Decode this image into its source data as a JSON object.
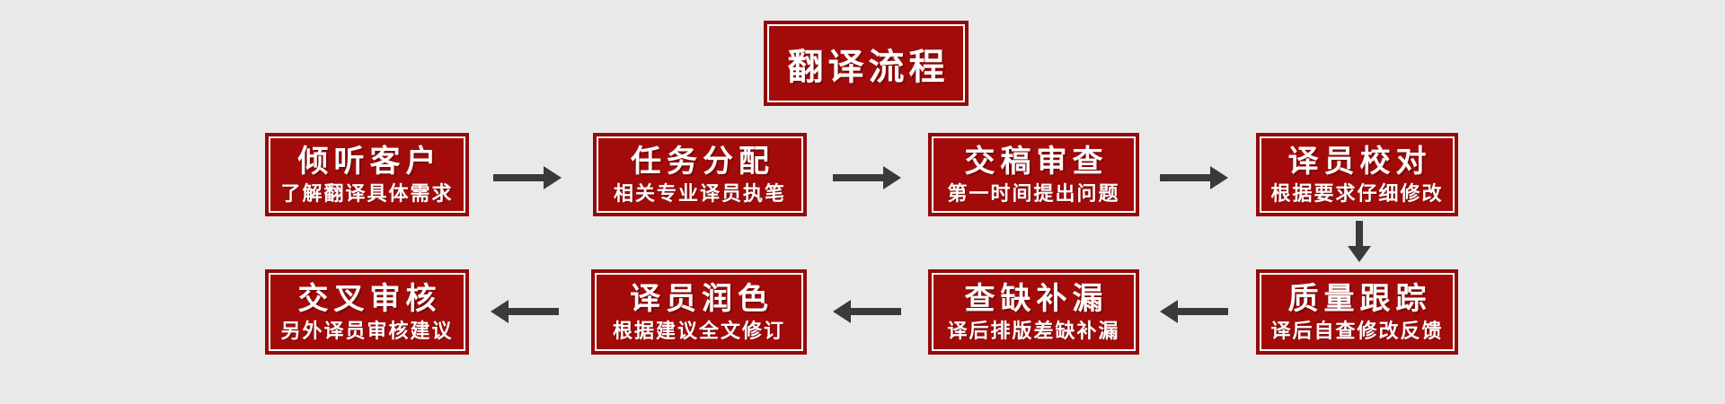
{
  "page": {
    "background_color": "#e9e9e9",
    "box_fill_color": "#a30b0b",
    "box_border_color": "#930a0a",
    "box_inner_border_color": "#ffffff",
    "arrow_color": "#3a3a3a",
    "text_color": "#ffffff"
  },
  "title": {
    "label": "翻译流程"
  },
  "flow": {
    "row1": [
      {
        "title": "倾听客户",
        "subtitle": "了解翻译具体需求"
      },
      {
        "title": "任务分配",
        "subtitle": "相关专业译员执笔"
      },
      {
        "title": "交稿审查",
        "subtitle": "第一时间提出问题"
      },
      {
        "title": "译员校对",
        "subtitle": "根据要求仔细修改"
      }
    ],
    "row2": [
      {
        "title": "交叉审核",
        "subtitle": "另外译员审核建议"
      },
      {
        "title": "译员润色",
        "subtitle": "根据建议全文修订"
      },
      {
        "title": "查缺补漏",
        "subtitle": "译后排版差缺补漏"
      },
      {
        "title": "质量跟踪",
        "subtitle": "译后自查修改反馈"
      }
    ],
    "arrow_directions": {
      "row1": "right",
      "row2": "left",
      "row1_to_row2": "down"
    }
  }
}
